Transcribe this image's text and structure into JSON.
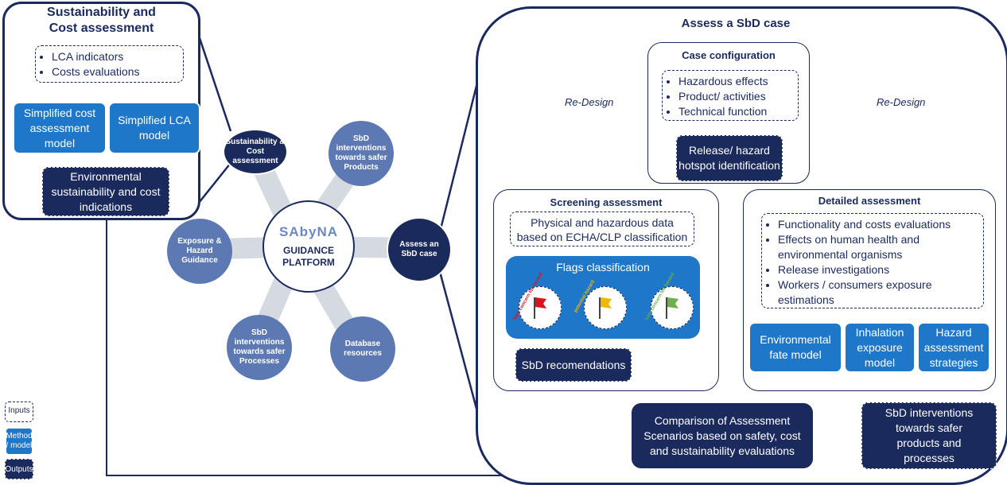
{
  "left_panel": {
    "title": "Sustainability and Cost assessment",
    "inputs": [
      "LCA indicators",
      "Costs evaluations"
    ],
    "method_cost": "Simplified cost assessment model",
    "method_lca": "Simplified LCA model",
    "output": "Environmental sustainability and cost indications"
  },
  "hub": {
    "center_title": "GUIDANCE PLATFORM",
    "logo_text": "SAbyNA",
    "spokes": {
      "sustainability": "Sustainability & Cost assessment",
      "products": "SbD interventions towards safer Products",
      "assess": "Assess an SbD case",
      "database": "Database resources",
      "processes": "SbD interventions towards safer Processes",
      "exposure": "Exposure & Hazard Guidance"
    }
  },
  "right_panel": {
    "title": "Assess a SbD case",
    "redesign_left": "Re-Design",
    "redesign_right": "Re-Design",
    "case_config": {
      "title": "Case configuration",
      "inputs": [
        "Hazardous effects",
        "Product/ activities",
        "Technical function"
      ],
      "output": "Release/ hazard hotspot identification"
    },
    "screening": {
      "title": "Screening assessment",
      "input": "Physical and hazardous data based on ECHA/CLP classification",
      "flags_title": "Flags classification",
      "flags": [
        {
          "label": "high concern for hazard",
          "color": "#d9141e"
        },
        {
          "label": "potential hazard",
          "color": "#f2b705"
        },
        {
          "label": "Low concern for hazard",
          "color": "#6ab04c"
        }
      ],
      "output": "SbD recomendations"
    },
    "detailed": {
      "title": "Detailed assessment",
      "inputs": [
        "Functionality and costs evaluations",
        "Effects on human health and environmental organisms",
        "Release investigations",
        "Workers / consumers exposure estimations"
      ],
      "method_env": "Environmental fate model",
      "method_inh": "Inhalation exposure model",
      "method_haz": "Hazard assessment strategies"
    },
    "comparison": "Comparison of Assessment Scenarios based on safety, cost and sustainability evaluations",
    "interventions": "SbD interventions towards safer products and processes"
  },
  "legend": {
    "inputs": "Inputs",
    "method": "Method / model",
    "outputs": "Outputs"
  },
  "colors": {
    "navy": "#1b2a5c",
    "method_blue": "#1f77c9",
    "hub_light": "#5d79b3"
  }
}
